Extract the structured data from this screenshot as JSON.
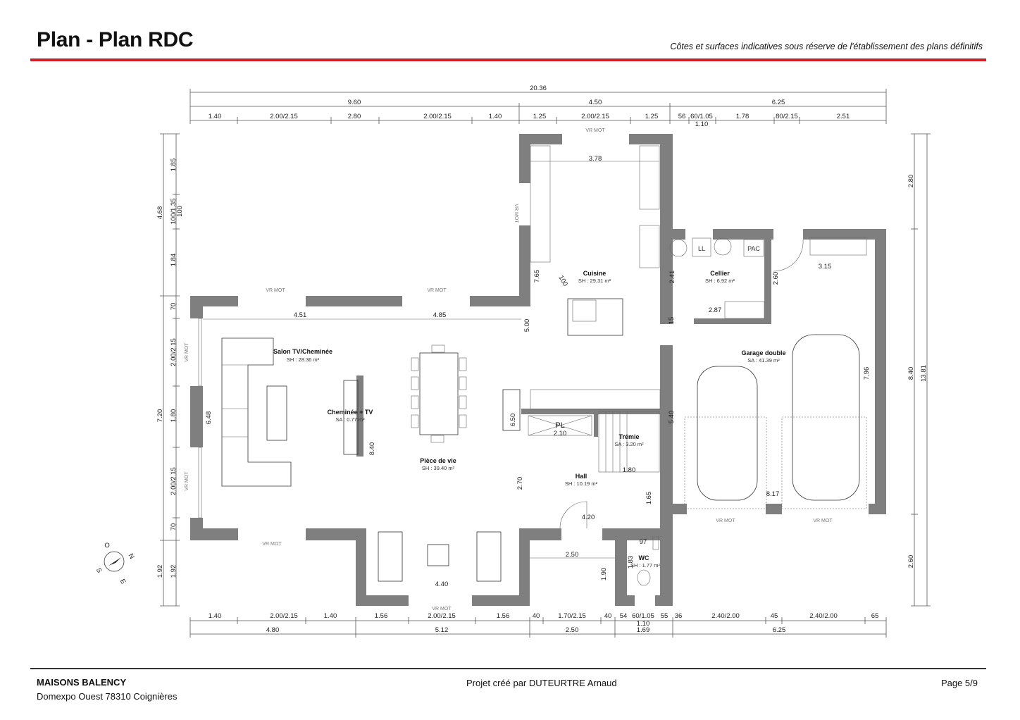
{
  "header": {
    "title": "Plan - Plan RDC",
    "subtitle": "Côtes et surfaces indicatives sous réserve de l'établissement des plans définitifs",
    "accent_color": "#d0202a"
  },
  "footer": {
    "company": "MAISONS BALENCY",
    "address": "Domexpo Ouest 78310 Coignières",
    "author": "Projet créé par DUTEURTRE Arnaud",
    "page": "Page 5/9"
  },
  "dims": {
    "top_total": "20.36",
    "top_mid": [
      "9.60",
      "4.50",
      "6.25"
    ],
    "top_detail": [
      "1.40",
      "2.00/2.15",
      "2.80",
      "2.00/2.15",
      "1.40",
      "1.25",
      "2.00/2.15",
      "1.25",
      "56",
      "60/1.05",
      "1.78",
      "80/2.15",
      "2.51"
    ],
    "top_sub": "1.10",
    "bottom_detail": [
      "1.40",
      "2.00/2.15",
      "1.40",
      "1.56",
      "2.00/2.15",
      "1.56",
      "40",
      "1.70/2.15",
      "40",
      "54",
      "60/1.05",
      "55",
      "36",
      "2.40/2.00",
      "45",
      "2.40/2.00",
      "65"
    ],
    "bottom_sub": "1.10",
    "bottom_mid": [
      "4.80",
      "5.12",
      "2.50",
      "1.69",
      "6.25"
    ],
    "left_inner": [
      "1.85",
      "100/1.35",
      "100",
      "1.84",
      "70",
      "2.00/2.15",
      "1.80",
      "2.00/2.15",
      "70",
      "1.92"
    ],
    "left_outer": [
      "4.68",
      "7.20",
      "1.92"
    ],
    "right_inner": [
      "2.80",
      "8.40",
      "2.60"
    ],
    "right_outer": "13.81",
    "interior": {
      "salon_w": "4.51",
      "piece_w": "4.85",
      "cuisine_w": "3.78",
      "garage_w": "3.15",
      "cellier_h": "2.60",
      "cellier_door": "2.41",
      "cuisine_h": "7.65",
      "diag": "100",
      "d500": "5.00",
      "salon_h": "6.48",
      "d840": "8.40",
      "d650": "6.50",
      "d270": "2.70",
      "pl_w": "2.10",
      "stair_w": "1.80",
      "d165": "1.65",
      "hall_w": "4.20",
      "terrace_w": "2.50",
      "terrace_h": "1.90",
      "wc_w": "97",
      "wc_h": "1.83",
      "veranda_w": "4.40",
      "d540": "5.40",
      "garage_h": "7.96",
      "garage_mid": "8.17",
      "cellier_r": "2.87",
      "d15": "15"
    }
  },
  "rooms": [
    {
      "name": "Salon TV/Cheminée",
      "area": "SH : 28.36 m²"
    },
    {
      "name": "Cheminée + TV",
      "area": "SA : 0.77 m²"
    },
    {
      "name": "Pièce  de vie",
      "area": "SH : 39.40 m²"
    },
    {
      "name": "Cuisine",
      "area": "SH : 29.31 m²"
    },
    {
      "name": "Cellier",
      "area": "SH : 6.92 m²"
    },
    {
      "name": "Garage double",
      "area": "SA : 41.39 m²"
    },
    {
      "name": "Trémie",
      "area": "SA : 3.20 m²"
    },
    {
      "name": "Hall",
      "area": "SH : 10.19 m²"
    },
    {
      "name": "WC",
      "area": "SH : 1.77 m²"
    }
  ],
  "labels": {
    "pl": "PL",
    "ll": "LL",
    "pac": "PAC",
    "vr_mot": "VR MOT"
  },
  "compass": {
    "n": "N",
    "s": "S",
    "e": "E",
    "o": "O"
  },
  "colors": {
    "wall": "#7f7f7f"
  }
}
